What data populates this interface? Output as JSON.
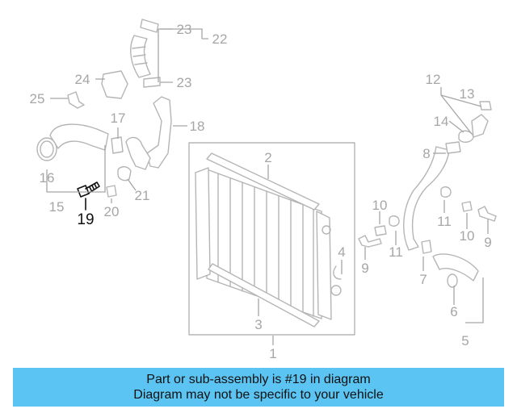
{
  "callouts": {
    "c1": "1",
    "c2": "2",
    "c3": "3",
    "c4": "4",
    "c5": "5",
    "c6": "6",
    "c7": "7",
    "c8": "8",
    "c9a": "9",
    "c9b": "9",
    "c10a": "10",
    "c10b": "10",
    "c11a": "11",
    "c11b": "11",
    "c12": "12",
    "c13": "13",
    "c14": "14",
    "c15": "15",
    "c16": "16",
    "c17": "17",
    "c18": "18",
    "c19": "19",
    "c20": "20",
    "c21": "21",
    "c22": "22",
    "c23a": "23",
    "c23b": "23",
    "c24": "24",
    "c25": "25"
  },
  "highlighted_part": "19",
  "colors": {
    "highlight": "#111111",
    "parts": "#b5b5b5",
    "banner": "#5bc4f2"
  },
  "banner": {
    "line1": "Part or sub-assembly is #19 in diagram",
    "line2": "Diagram may not be specific to your vehicle"
  }
}
